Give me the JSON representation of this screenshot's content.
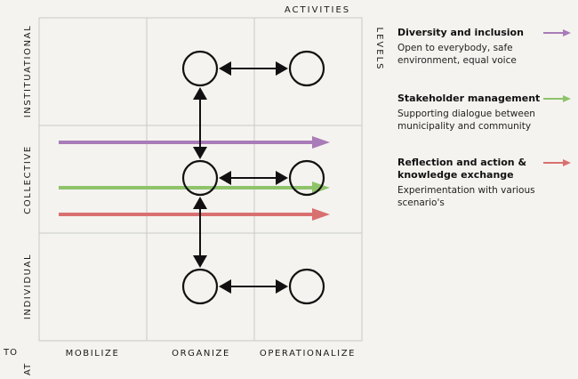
{
  "axes": {
    "activities": "ACTIVITIES",
    "levels": "LEVELS",
    "corner_to": "TO",
    "corner_at": "AT"
  },
  "columns": [
    "MOBILIZE",
    "ORGANIZE",
    "OPERATIONALIZE"
  ],
  "rows": [
    "INSTITUATIONAL",
    "COLLECTIVE",
    "INDIVIDUAL"
  ],
  "colors": {
    "grid_fill": "#f4f3ef",
    "grid_line": "#c8c8c8",
    "purple": "#a97bb8",
    "green": "#8fc36a",
    "red": "#d97070",
    "ink": "#111111"
  },
  "legend": [
    {
      "title": "Diversity and inclusion",
      "desc": "Open to everybody, safe environment, equal voice",
      "color": "#a97bb8"
    },
    {
      "title": "Stakeholder management",
      "desc": "Supporting dialogue between municipality and community",
      "color": "#8fc36a"
    },
    {
      "title": "Reflection and action & knowledge exchange",
      "desc": "Experimentation with various scenario's",
      "color": "#d97070"
    }
  ]
}
